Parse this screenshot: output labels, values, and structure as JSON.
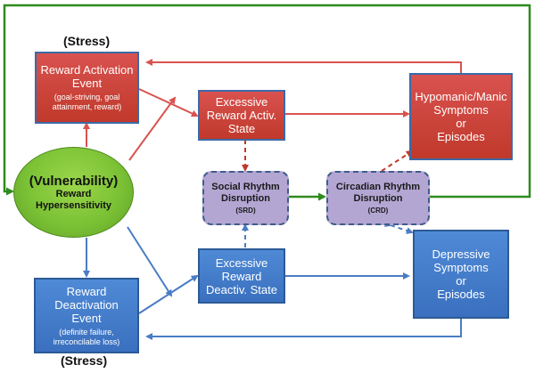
{
  "stress_top": "(Stress)",
  "stress_bottom": "(Stress)",
  "vulnerability": {
    "title": "(Vulnerability)",
    "line1": "Reward",
    "line2": "Hypersensitivity"
  },
  "reward_activation": {
    "title1": "Reward Activation",
    "title2": "Event",
    "sub1": "(goal-striving, goal",
    "sub2": "attainment, reward)"
  },
  "excessive_activ": {
    "line1": "Excessive",
    "line2": "Reward Activ.",
    "line3": "State"
  },
  "hypomanic": {
    "line1": "Hypomanic/Manic",
    "line2": "Symptoms",
    "line3": "or",
    "line4": "Episodes"
  },
  "srd": {
    "line1": "Social Rhythm",
    "line2": "Disruption",
    "abbr": "(SRD)"
  },
  "crd": {
    "line1": "Circadian Rhythm",
    "line2": "Disruption",
    "abbr": "(CRD)"
  },
  "reward_deactivation": {
    "line1": "Reward",
    "line2": "Deactivation",
    "line3": "Event",
    "sub1": "(definite failure,",
    "sub2": "irreconcilable loss)"
  },
  "excessive_deactiv": {
    "line1": "Excessive",
    "line2": "Reward",
    "line3": "Deactiv. State"
  },
  "depressive": {
    "line1": "Depressive",
    "line2": "Symptoms",
    "line3": "or",
    "line4": "Episodes"
  },
  "colors": {
    "red_arrow": "#d9534f",
    "blue_arrow": "#4a7cc3",
    "green_arrow": "#2e8b1e",
    "dashed_arrow": "#c0392b"
  }
}
